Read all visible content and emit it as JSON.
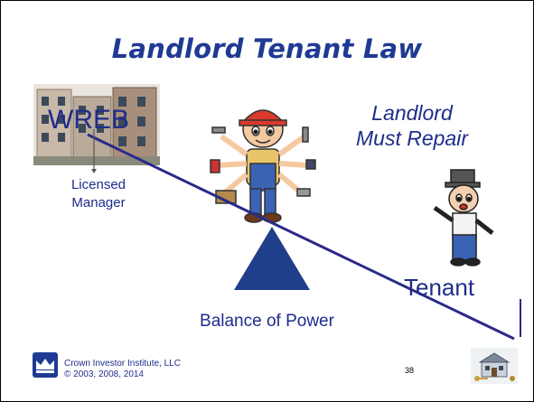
{
  "title": "Landlord Tenant Law",
  "wreb_label": "WREB",
  "licensed_line1": "Licensed",
  "licensed_line2": "Manager",
  "repair_line1": "Landlord",
  "repair_line2": "Must Repair",
  "tenant_label": "Tenant",
  "balance_label": "Balance of Power",
  "footer_line1": "Crown Investor Institute, LLC",
  "footer_line2": "© 2003, 2008, 2014",
  "page_number": "38",
  "colors": {
    "accent": "#1f3a93",
    "text": "#1f2d8a",
    "triangle": "#1f3f8a",
    "lever": "#2a2a8a"
  }
}
